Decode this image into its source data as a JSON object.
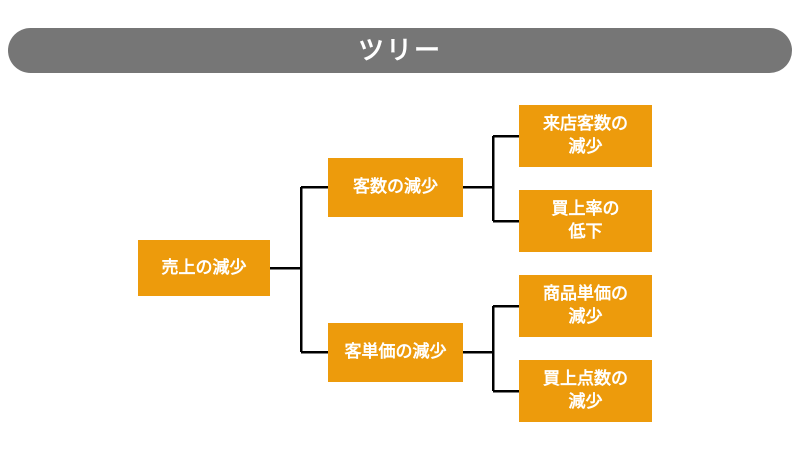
{
  "header": {
    "title": "ツリー",
    "background_color": "#767676",
    "text_color": "#ffffff"
  },
  "theme": {
    "node_color": "#ED9B0C",
    "node_text_color": "#ffffff",
    "connector_color": "#000000",
    "page_background": "#ffffff"
  },
  "tree": {
    "root": {
      "id": "node-root",
      "label": "売上の減少"
    },
    "branches": [
      {
        "id": "node-kyakusu",
        "label": "客数の減少",
        "children": [
          {
            "id": "node-raiten",
            "label": "来店客数の\n減少"
          },
          {
            "id": "node-kaiageritsu",
            "label": "買上率の\n低下"
          }
        ]
      },
      {
        "id": "node-kyakutanka",
        "label": "客単価の減少",
        "children": [
          {
            "id": "node-shohintanka",
            "label": "商品単価の\n減少"
          },
          {
            "id": "node-kaiagetensu",
            "label": "買上点数の\n減少"
          }
        ]
      }
    ]
  }
}
